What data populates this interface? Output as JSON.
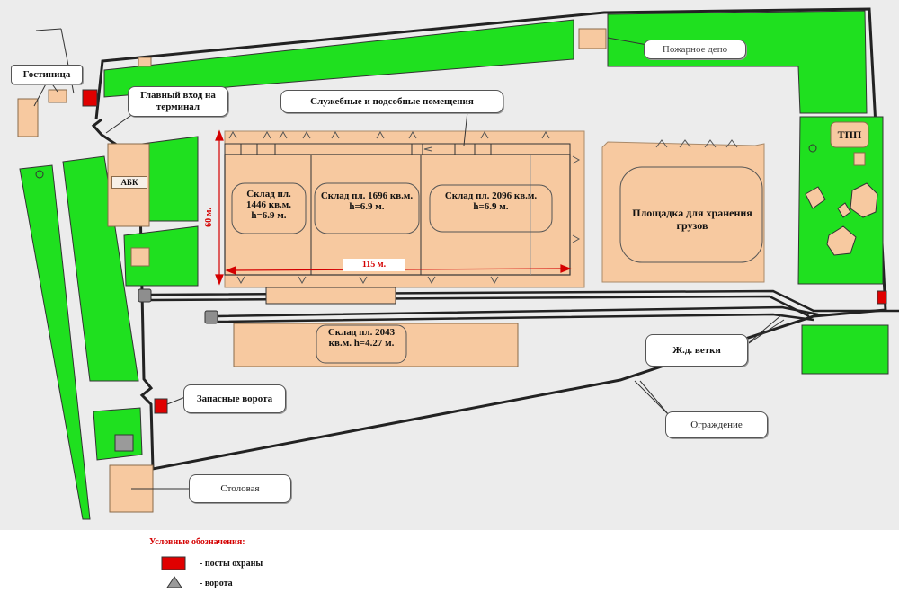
{
  "labels": {
    "hotel": "Гостиница",
    "main_entrance": "Главный вход на терминал",
    "service_rooms": "Служебные и подсобные помещения",
    "fire_depot": "Пожарное депо",
    "tpp": "ТПП",
    "abk": "АБК",
    "warehouse_1": "Склад пл. 1446 кв.м. h=6.9 м.",
    "warehouse_2": "Склад пл. 1696 кв.м. h=6.9 м.",
    "warehouse_3": "Склад пл. 2096 кв.м. h=6.9 м.",
    "cargo_area": "Площадка для хранения грузов",
    "warehouse_4": "Склад пл. 2043 кв.м. h=4.27 м.",
    "rail_branches": "Ж.д. ветки",
    "spare_gates": "Запасные ворота",
    "fence": "Ограждение",
    "canteen": "Столовая",
    "dim_width": "115 м.",
    "dim_height": "60 м."
  },
  "legend": {
    "title": "Условные обозначения:",
    "guard_posts": "- посты охраны",
    "gates": "- ворота"
  },
  "colors": {
    "green": "#1fe01f",
    "building": "#f7c9a0",
    "building_stroke": "#8a6a4a",
    "ground": "#ececec",
    "guard_post": "#e00000",
    "dim_line": "#d40000"
  }
}
